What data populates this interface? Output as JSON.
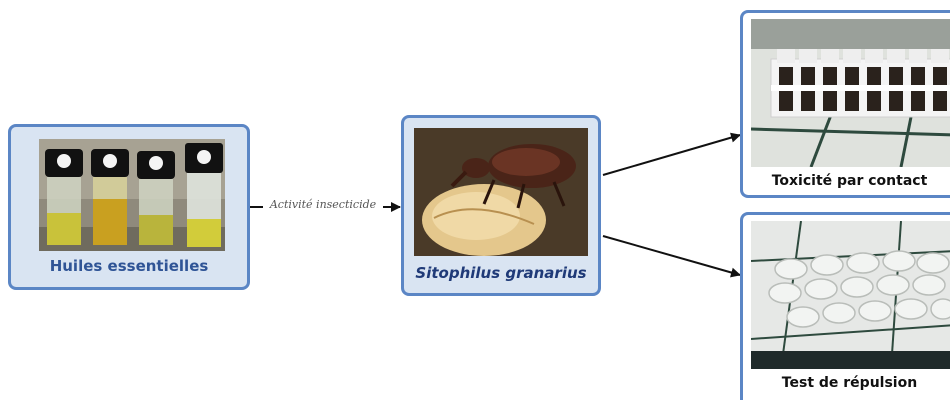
{
  "nodes": {
    "oils": {
      "label": "Huiles essentielles"
    },
    "insect": {
      "label": "Sitophilus granarius"
    },
    "contact": {
      "label": "Toxicité par contact"
    },
    "repulsion": {
      "label": "Test de répulsion"
    }
  },
  "edges": {
    "oils_to_insect": {
      "label": "Activité insecticide"
    }
  },
  "colors": {
    "box_border": "#5b86c5",
    "box_fill": "#d9e4f2",
    "label_blue": "#2f5496",
    "arrow": "#111111"
  }
}
